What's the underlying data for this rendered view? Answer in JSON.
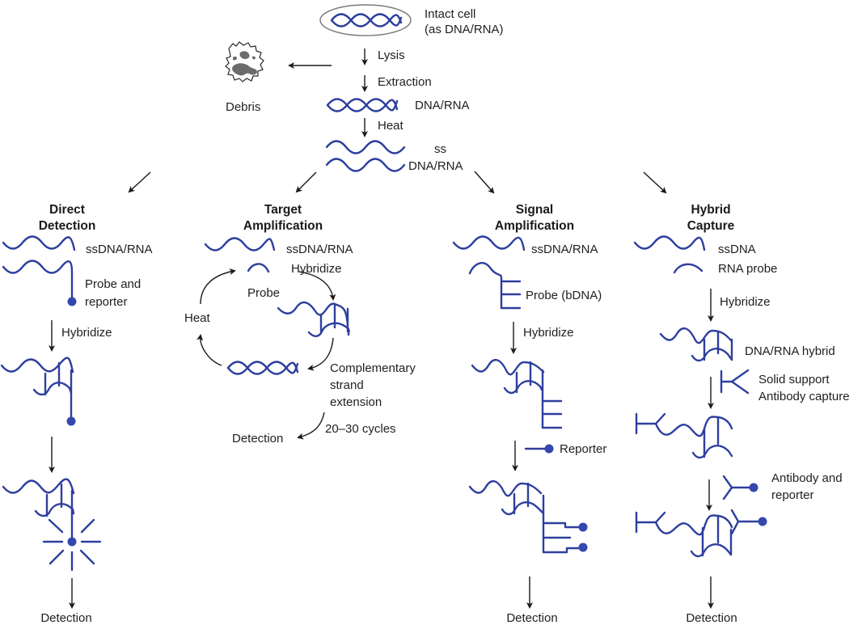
{
  "title": "Nucleic acid detection methods overview",
  "colors": {
    "strand": "#2e3f9e",
    "reporter": "#3447ad",
    "arrow": "#1a1a1a",
    "debris": "#6b6b6b"
  },
  "top": {
    "cell_label_line1": "Intact cell",
    "cell_label_line2": "(as DNA/RNA)",
    "lysis": "Lysis",
    "extraction": "Extraction",
    "debris": "Debris",
    "dna_rna": "DNA/RNA",
    "heat": "Heat",
    "ss_line1": "ss",
    "ss_line2": "DNA/RNA"
  },
  "columns": {
    "direct": {
      "title_line1": "Direct",
      "title_line2": "Detection",
      "target": "ssDNA/RNA",
      "probe_line1": "Probe and",
      "probe_line2": "reporter",
      "step": "Hybridize",
      "result": "Detection"
    },
    "target": {
      "title_line1": "Target",
      "title_line2": "Amplification",
      "target": "ssDNA/RNA",
      "hybridize": "Hybridize",
      "probe": "Probe",
      "heat": "Heat",
      "ext_line1": "Complementary",
      "ext_line2": "strand",
      "ext_line3": "extension",
      "cycles": "20–30 cycles",
      "result": "Detection"
    },
    "signal": {
      "title_line1": "Signal",
      "title_line2": "Amplification",
      "target": "ssDNA/RNA",
      "probe": "Probe (bDNA)",
      "step": "Hybridize",
      "reporter": "Reporter",
      "result": "Detection"
    },
    "hybrid": {
      "title_line1": "Hybrid",
      "title_line2": "Capture",
      "target": "ssDNA",
      "probe": "RNA probe",
      "step": "Hybridize",
      "hybrid": "DNA/RNA hybrid",
      "support_line1": "Solid support",
      "support_line2": "Antibody capture",
      "antibody_line1": "Antibody and",
      "antibody_line2": "reporter",
      "result": "Detection"
    }
  }
}
